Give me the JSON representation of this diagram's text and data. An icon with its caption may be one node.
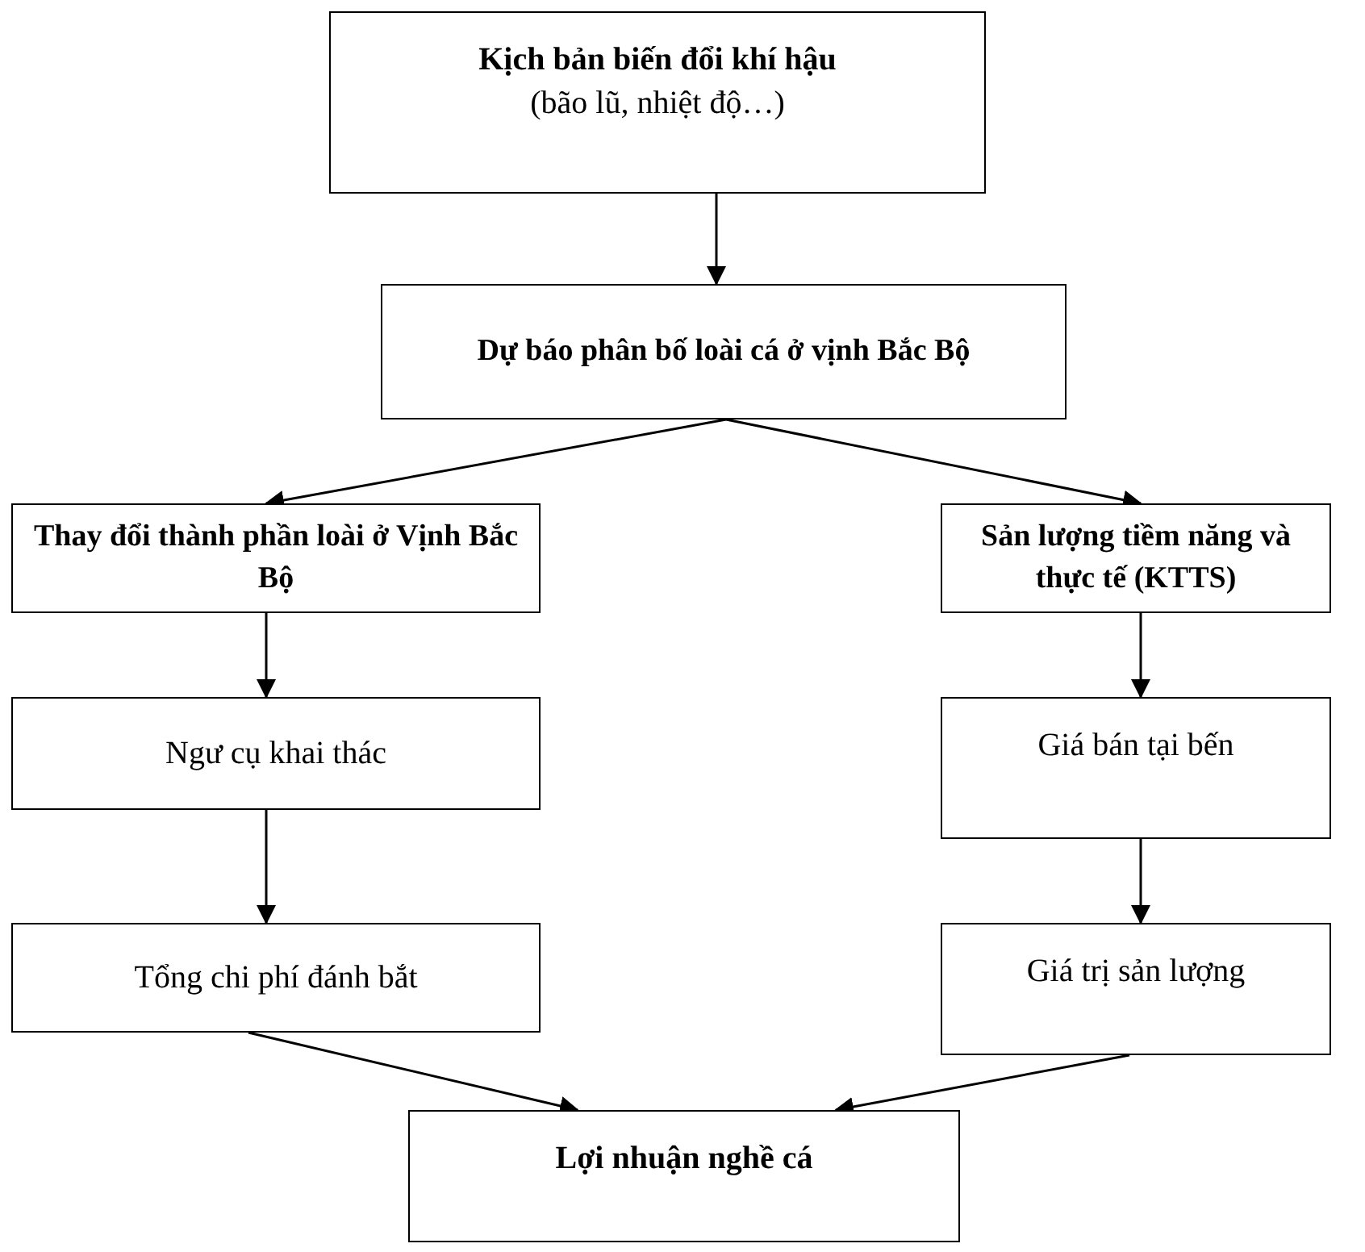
{
  "diagram": {
    "nodes": [
      {
        "text": [
          "Kịch bản biến đổi khí hậu",
          "(bão lũ, nhiệt độ…)"
        ]
      },
      {
        "text": [
          "Dự báo phân bố loài cá ở vịnh Bắc Bộ"
        ]
      },
      {
        "text": [
          "Thay đổi thành phần loài ở Vịnh Bắc Bộ"
        ]
      },
      {
        "text": [
          "Sản lượng tiềm năng và thực tế (KTTS)"
        ]
      },
      {
        "text": [
          "Ngư cụ khai thác"
        ]
      },
      {
        "text": [
          "Giá bán tại bến"
        ]
      },
      {
        "text": [
          "Tổng chi phí đánh bắt"
        ]
      },
      {
        "text": [
          "Giá trị sản lượng"
        ]
      },
      {
        "text": [
          "Lợi nhuận nghề cá"
        ]
      }
    ],
    "edges": [
      {
        "from": 0,
        "to": 1,
        "arrow": "to"
      },
      {
        "from": 1,
        "to": 2,
        "arrow": "to"
      },
      {
        "from": 1,
        "to": 3,
        "arrow": "to"
      },
      {
        "from": 2,
        "to": 4,
        "arrow": "to"
      },
      {
        "from": 4,
        "to": 6,
        "arrow": "to"
      },
      {
        "from": 3,
        "to": 5,
        "arrow": "to"
      },
      {
        "from": 5,
        "to": 7,
        "arrow": "to"
      },
      {
        "from": 6,
        "to": 8,
        "arrow": "to"
      },
      {
        "from": 7,
        "to": 8,
        "arrow": "to"
      }
    ]
  }
}
